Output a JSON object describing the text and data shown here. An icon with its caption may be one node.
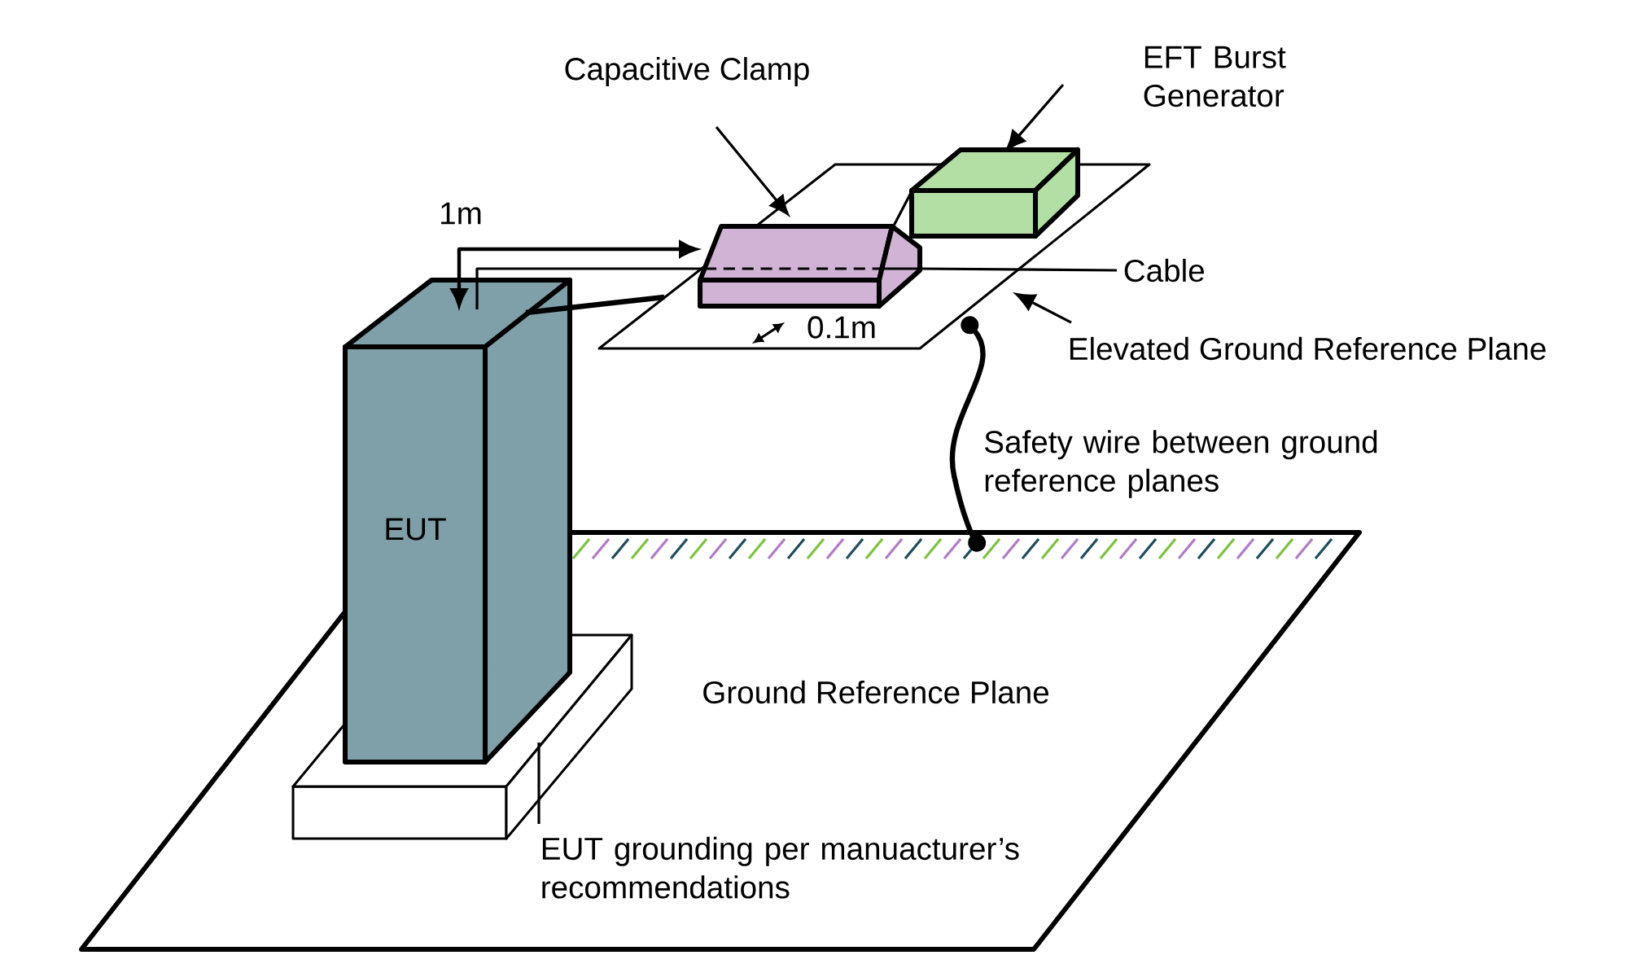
{
  "diagram": {
    "nodes": [
      {
        "text": [
          "EUT"
        ]
      },
      {
        "text": [
          "Capacitive Clamp"
        ]
      },
      {
        "text": [],
        "shape": "box",
        "in": 6
      },
      {
        "text": [
          "EFT Burst Generator"
        ]
      },
      {
        "text": [],
        "shape": "box"
      },
      {
        "text": [
          "Elevated Ground Reference Plane"
        ]
      },
      {
        "text": [],
        "shape": "plane"
      },
      {
        "text": [
          "Ground Reference Plane"
        ]
      },
      {
        "text": [
          "Cable"
        ]
      },
      {
        "text": [
          "EUT grounding per manuacturer’s recommendations"
        ],
        "in": 7
      }
    ],
    "edges": [
      {
        "from": 1,
        "to": 2,
        "arrow": "to"
      },
      {
        "from": 3,
        "to": 4,
        "arrow": "to"
      },
      {
        "from": 5,
        "to": 6,
        "arrow": "to"
      },
      {
        "from": 8,
        "to": 2,
        "arrow": "none"
      },
      {
        "from": 6,
        "to": 7,
        "arrow": "other",
        "style": "thick",
        "label": "Safety wire between ground reference planes"
      },
      {
        "from": 9,
        "to": 0,
        "arrow": "none"
      },
      {
        "from": 0,
        "to": 6,
        "arrow": "none",
        "style": "thick"
      },
      {
        "from": 4,
        "to": 2,
        "arrow": "none"
      },
      {
        "from": 2,
        "to": 0,
        "arrow": "none"
      }
    ],
    "labels": [
      "1m",
      "0.1m"
    ]
  }
}
